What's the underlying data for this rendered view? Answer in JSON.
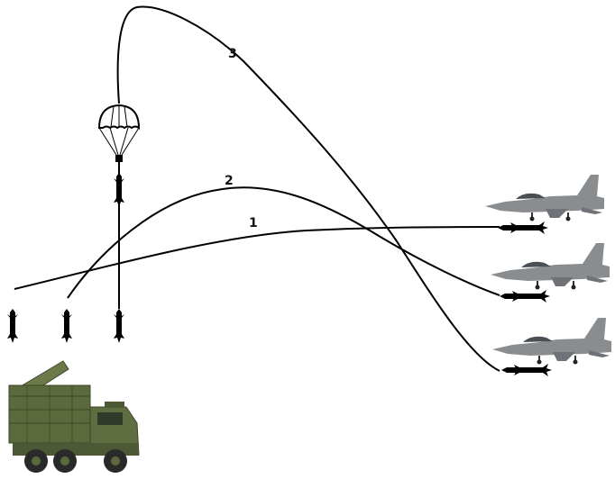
{
  "trajectories": [
    {
      "label": "1"
    },
    {
      "label": "2"
    },
    {
      "label": "3"
    }
  ],
  "icons": {
    "jet": "fighter-jet-icon",
    "missile": "missile-icon",
    "parachute": "parachute-icon",
    "launcher": "launcher-truck-icon"
  },
  "colors": {
    "stroke": "#000000",
    "jet_body": "#8a8d90",
    "truck": "#5b6a3c"
  }
}
